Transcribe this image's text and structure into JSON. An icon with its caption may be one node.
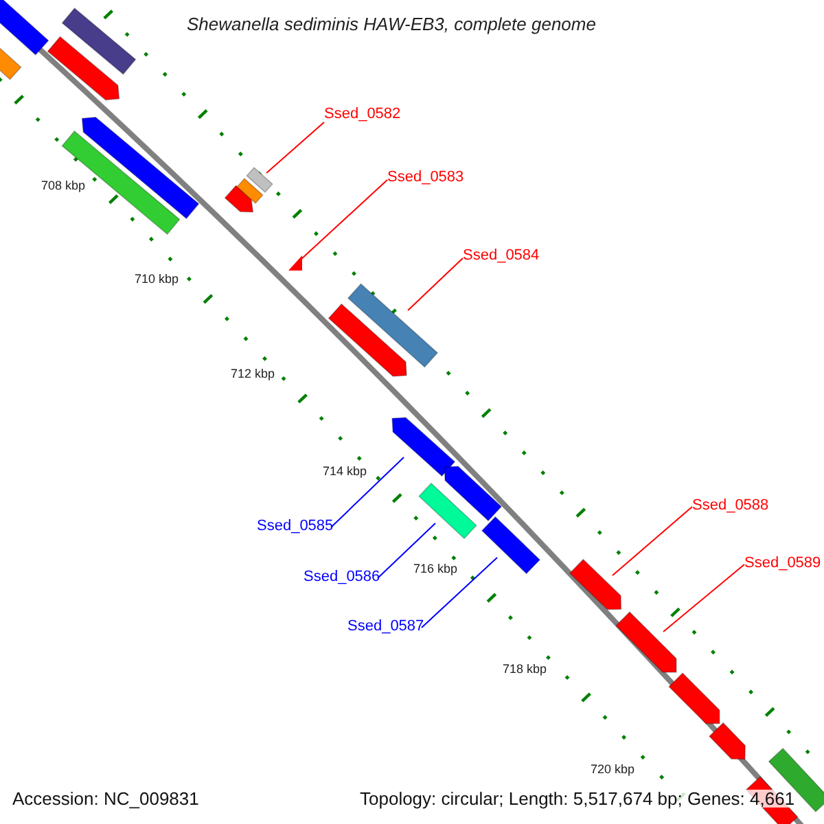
{
  "diagram": {
    "title": "Shewanella sediminis HAW-EB3, complete genome",
    "nodes": [
      {
        "text": [],
        "shape": "bar"
      },
      {
        "text": [],
        "shape": "bar"
      },
      {
        "text": [],
        "shape": "bar"
      },
      {
        "text": [],
        "shape": "bar"
      },
      {
        "text": [],
        "shape": "bar"
      },
      {
        "text": [],
        "shape": "bar"
      },
      {
        "text": [
          "Ssed_0582"
        ]
      },
      {
        "text": [],
        "shape": "bar"
      },
      {
        "text": [],
        "shape": "bar"
      },
      {
        "text": [],
        "shape": "bar"
      },
      {
        "text": [
          "Ssed_0583"
        ]
      },
      {
        "text": [],
        "shape": "triangle"
      },
      {
        "text": [
          "Ssed_0584"
        ]
      },
      {
        "text": [],
        "shape": "bar"
      },
      {
        "text": [],
        "shape": "bar"
      },
      {
        "text": [],
        "shape": "bar"
      },
      {
        "text": [],
        "shape": "bar"
      },
      {
        "text": [],
        "shape": "bar"
      },
      {
        "text": [],
        "shape": "bar"
      },
      {
        "text": [
          "Ssed_0585"
        ]
      },
      {
        "text": [
          "Ssed_0586"
        ]
      },
      {
        "text": [
          "Ssed_0587"
        ]
      },
      {
        "text": [
          "Ssed_0588"
        ]
      },
      {
        "text": [],
        "shape": "bar"
      },
      {
        "text": [
          "Ssed_0589"
        ]
      },
      {
        "text": [],
        "shape": "bar"
      },
      {
        "text": [],
        "shape": "bar"
      },
      {
        "text": [],
        "shape": "bar"
      },
      {
        "text": [],
        "shape": "bar"
      },
      {
        "text": [],
        "shape": "bar"
      }
    ],
    "edges": [
      {
        "from": 6,
        "to": 9,
        "arrow": "none"
      },
      {
        "from": 10,
        "to": 11,
        "arrow": "none"
      },
      {
        "from": 12,
        "to": 13,
        "arrow": "none"
      },
      {
        "from": 22,
        "to": 23,
        "arrow": "none"
      },
      {
        "from": 24,
        "to": 25,
        "arrow": "none"
      },
      {
        "from": 19,
        "to": 15,
        "arrow": "none",
        "color": "#0000ff"
      },
      {
        "from": 20,
        "to": 17,
        "arrow": "none",
        "color": "#0000ff"
      },
      {
        "from": 21,
        "to": 18,
        "arrow": "none",
        "color": "#0000ff"
      }
    ],
    "labels": [
      "708 kbp",
      "710 kbp",
      "712 kbp",
      "714 kbp",
      "716 kbp",
      "718 kbp",
      "720 kbp",
      "Accession: NC_009831",
      "Topology: circular; Length: 5,517,674 bp; Genes: 4,661"
    ]
  }
}
